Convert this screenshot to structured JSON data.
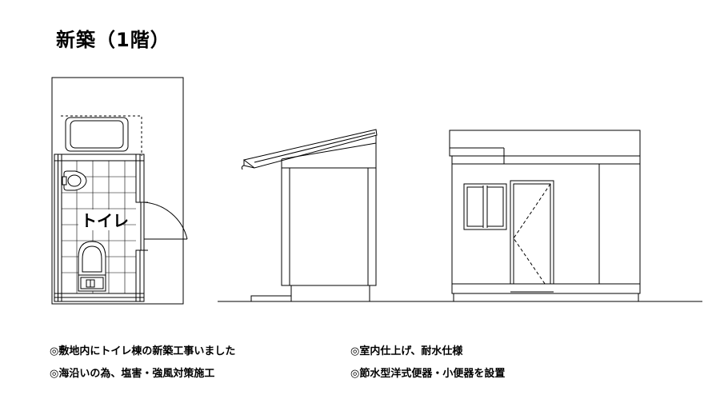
{
  "title": "新築（1階）",
  "plan": {
    "room_label": "トイレ"
  },
  "notes": [
    "◎敷地内にトイレ棟の新築工事いました",
    "◎海沿いの為、塩害・強風対策施工",
    "◎室内仕上げ、耐水仕様",
    "◎節水型洋式便器・小便器を設置"
  ]
}
